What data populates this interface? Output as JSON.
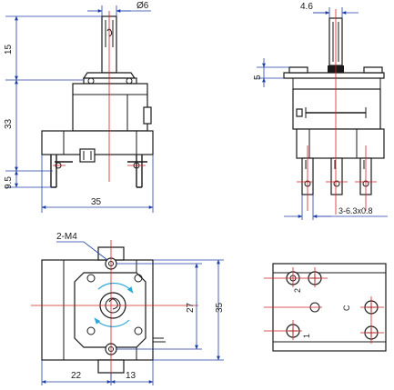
{
  "front_view": {
    "dim_shaft_diameter": "Ø6",
    "dim_shaft_length": "15",
    "dim_body_height": "33",
    "dim_foot_height": "9.5",
    "dim_width": "35"
  },
  "side_view": {
    "dim_shaft_flat": "4.6",
    "dim_flange_height": "5",
    "dim_terminals": "3-6.3x0.8"
  },
  "bottom_view": {
    "dim_screw": "2-M4",
    "dim_hole_pitch": "27",
    "dim_height": "35",
    "dim_left_offset": "22",
    "dim_right_offset": "13"
  },
  "terminal_view": {
    "terminal_2": "2",
    "terminal_c": "C",
    "terminal_1": "1"
  },
  "colors": {
    "outline": "#1a1a1a",
    "dimension": "#1f3fa8",
    "centerline": "#d42020",
    "rotation_arrow": "#2ea8d8"
  }
}
